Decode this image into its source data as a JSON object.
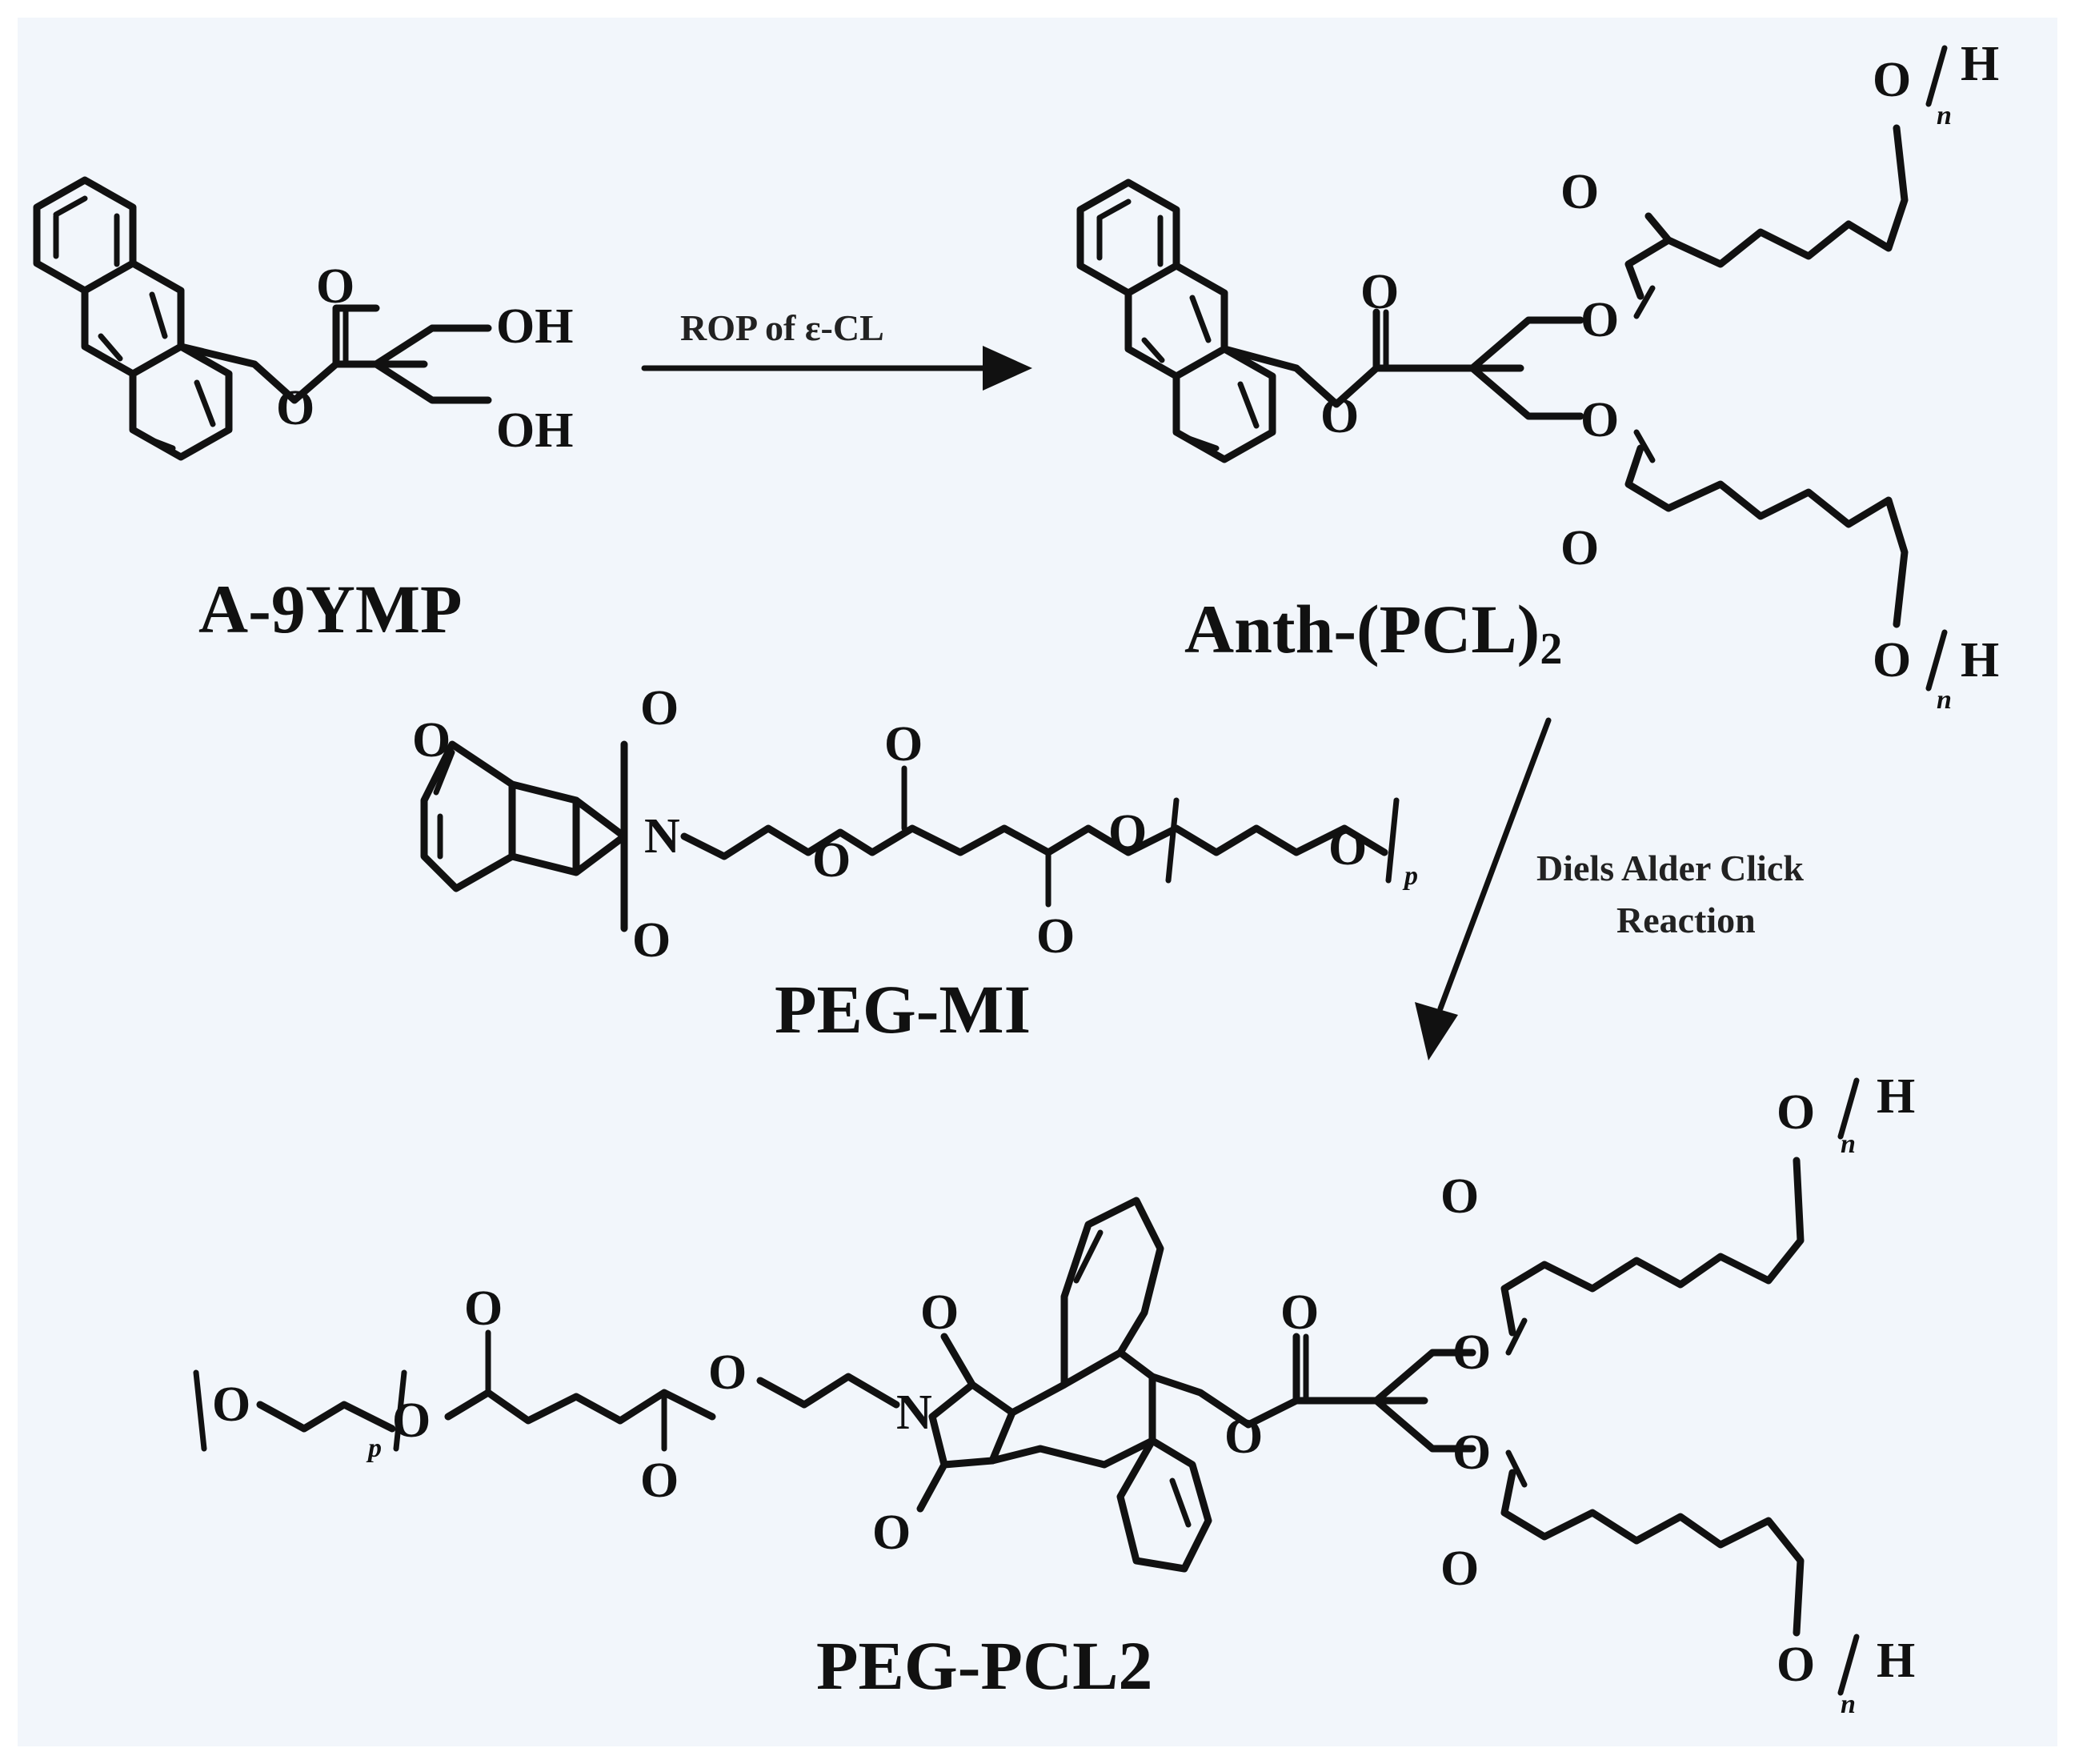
{
  "colors": {
    "background": "#ffffff",
    "panel": "#f2f6fb",
    "ink": "#111111"
  },
  "labels": {
    "a9ymp": "A-9YMP",
    "anth_pcl2_main": "Anth-(PCL)",
    "anth_pcl2_sub": "2",
    "peg_mi": "PEG-MI",
    "peg_pcl2": "PEG-PCL2"
  },
  "conditions": {
    "rop": "ROP of ε-CL",
    "diels_alder_line1": "Diels Alder Click",
    "diels_alder_line2": "Reaction"
  },
  "atoms": {
    "O": "O",
    "OH": "OH",
    "N": "N",
    "H": "H",
    "n": "n",
    "p": "p"
  }
}
